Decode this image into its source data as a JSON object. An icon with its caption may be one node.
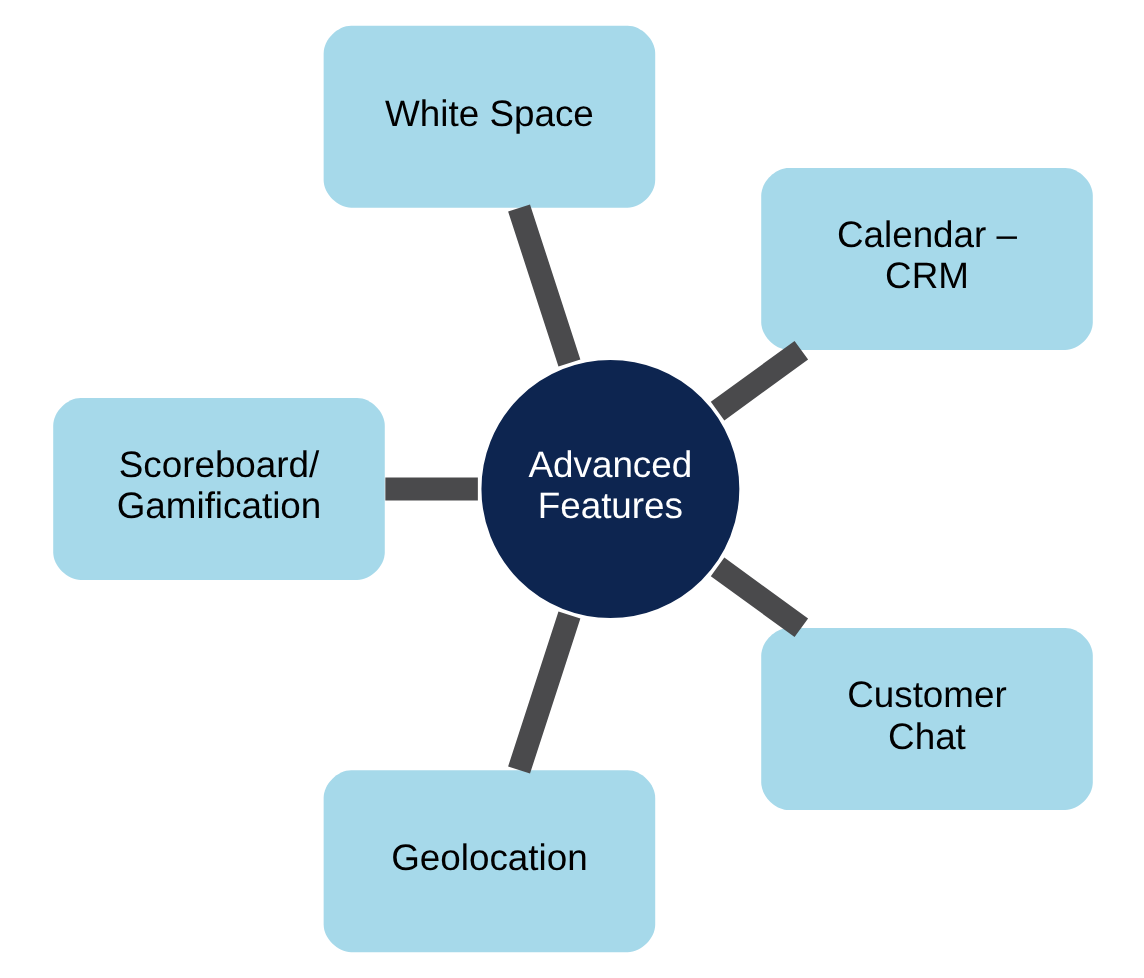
{
  "diagram": {
    "nodes": [
      {
        "text": [
          "Calendar – CRM"
        ]
      },
      {
        "text": [
          "White Space"
        ]
      },
      {
        "text": [
          "Advanced Features"
        ]
      },
      {
        "text": [
          "Scoreboard/ Gamification"
        ]
      },
      {
        "text": [
          "Geolocation"
        ]
      },
      {
        "text": [
          "Customer Chat"
        ]
      }
    ],
    "edges": [
      {
        "from": 2,
        "to": 0,
        "arrow": "none"
      },
      {
        "from": 2,
        "to": 3,
        "arrow": "none"
      },
      {
        "from": 2,
        "to": 5,
        "arrow": "none"
      },
      {
        "from": 2,
        "to": 4,
        "arrow": "none"
      },
      {
        "from": 2,
        "to": 1,
        "arrow": "none"
      }
    ]
  }
}
